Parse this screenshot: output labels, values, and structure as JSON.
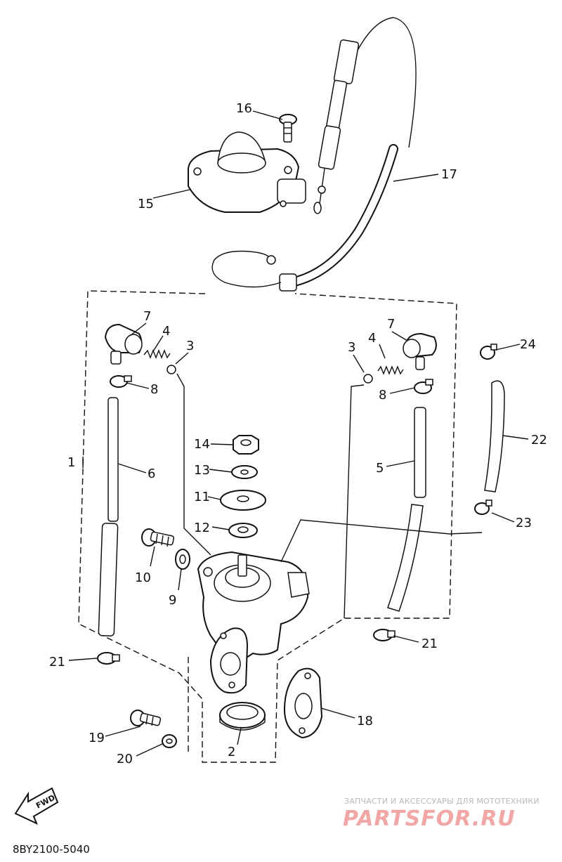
{
  "callouts": [
    {
      "id": "c1",
      "text": "1"
    },
    {
      "id": "c2",
      "text": "2"
    },
    {
      "id": "c3l",
      "text": "3"
    },
    {
      "id": "c3r",
      "text": "3"
    },
    {
      "id": "c4l",
      "text": "4"
    },
    {
      "id": "c4r",
      "text": "4"
    },
    {
      "id": "c5",
      "text": "5"
    },
    {
      "id": "c6",
      "text": "6"
    },
    {
      "id": "c7l",
      "text": "7"
    },
    {
      "id": "c7r",
      "text": "7"
    },
    {
      "id": "c8l",
      "text": "8"
    },
    {
      "id": "c8r",
      "text": "8"
    },
    {
      "id": "c9",
      "text": "9"
    },
    {
      "id": "c10",
      "text": "10"
    },
    {
      "id": "c11",
      "text": "11"
    },
    {
      "id": "c12",
      "text": "12"
    },
    {
      "id": "c13",
      "text": "13"
    },
    {
      "id": "c14",
      "text": "14"
    },
    {
      "id": "c15",
      "text": "15"
    },
    {
      "id": "c16",
      "text": "16"
    },
    {
      "id": "c17",
      "text": "17"
    },
    {
      "id": "c18",
      "text": "18"
    },
    {
      "id": "c19",
      "text": "19"
    },
    {
      "id": "c20",
      "text": "20"
    },
    {
      "id": "c21l",
      "text": "21"
    },
    {
      "id": "c21r",
      "text": "21"
    },
    {
      "id": "c22",
      "text": "22"
    },
    {
      "id": "c23",
      "text": "23"
    },
    {
      "id": "c24",
      "text": "24"
    }
  ],
  "fwd_label": "FWD",
  "diagram_code": "8BY2100-5040",
  "watermark": {
    "tagline": "ЗАПЧАСТИ И АКСЕССУАРЫ ДЛЯ МОТОТЕХНИКИ",
    "brand": "PARTSFOR.RU"
  },
  "colors": {
    "line": "#111111",
    "background": "#ffffff",
    "watermark_brand": "#f2a7a7",
    "watermark_text": "#b9b9b9"
  }
}
